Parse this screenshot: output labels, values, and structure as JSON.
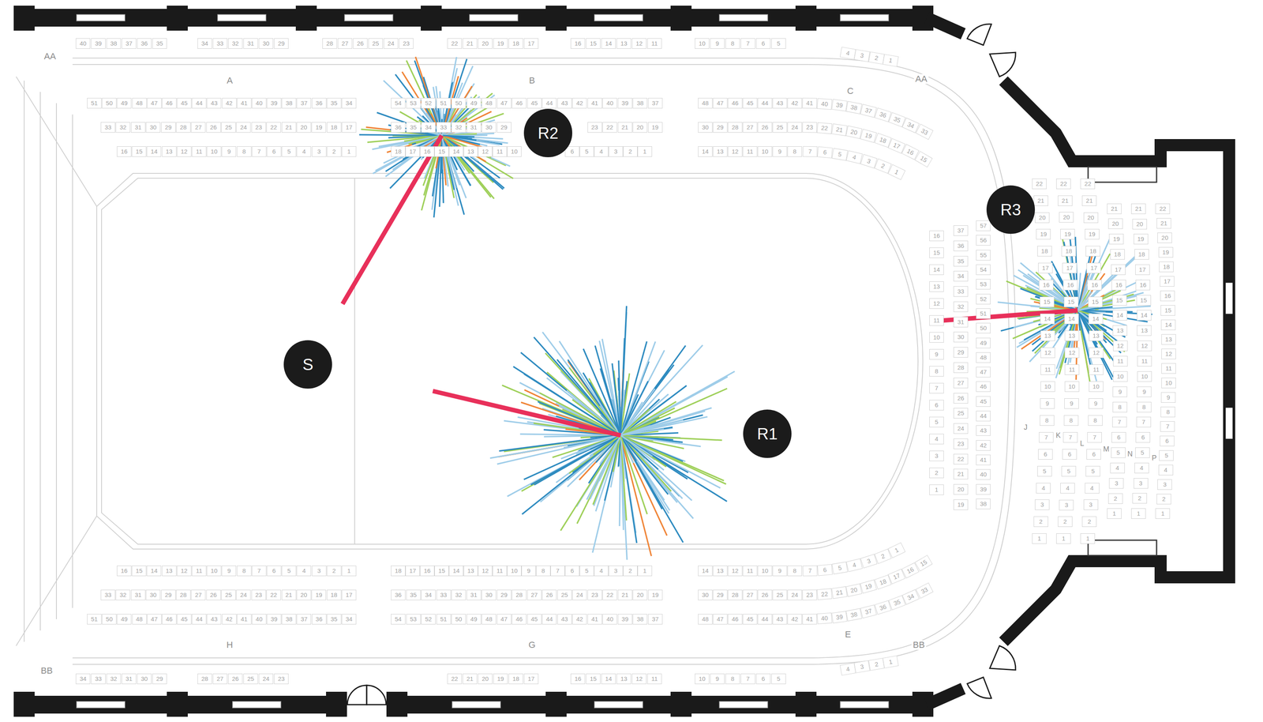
{
  "diagram": {
    "nodes": [
      {
        "text": [
          "R2"
        ]
      },
      {
        "text": [
          "R3"
        ]
      },
      {
        "text": [
          "S"
        ]
      },
      {
        "text": [
          "R1"
        ]
      }
    ],
    "labels": [
      "AA",
      "40",
      "39",
      "38",
      "37",
      "36",
      "35",
      "34",
      "33",
      "32",
      "31",
      "30",
      "29",
      "28",
      "27",
      "26",
      "25",
      "24",
      "23",
      "22",
      "21",
      "20",
      "19",
      "18",
      "17",
      "16",
      "15",
      "14",
      "13",
      "12",
      "11",
      "10",
      "9",
      "8",
      "7",
      "6",
      "5",
      "4",
      "3",
      "2",
      "1",
      "AA",
      "A",
      "51",
      "50",
      "49",
      "48",
      "47",
      "46",
      "45",
      "44",
      "43",
      "42",
      "41",
      "40",
      "39",
      "38",
      "37",
      "36",
      "35",
      "34",
      "33",
      "32",
      "31",
      "30",
      "29",
      "28",
      "27",
      "26",
      "25",
      "24",
      "23",
      "22",
      "21",
      "20",
      "19",
      "18",
      "17",
      "16",
      "15",
      "14",
      "13",
      "12",
      "11",
      "10",
      "9",
      "8",
      "7",
      "6",
      "5",
      "4",
      "3",
      "2",
      "1",
      "B",
      "54",
      "53",
      "52",
      "51",
      "50",
      "49",
      "48",
      "47",
      "46",
      "45",
      "44",
      "43",
      "42",
      "41",
      "40",
      "39",
      "38",
      "37",
      "36",
      "35",
      "34",
      "33",
      "32",
      "31",
      "30",
      "29",
      "23",
      "22",
      "21",
      "20",
      "19",
      "18",
      "17",
      "16",
      "15",
      "14",
      "13",
      "12",
      "11",
      "10",
      "6",
      "5",
      "4",
      "3",
      "2",
      "1",
      "C",
      "48",
      "47",
      "46",
      "45",
      "44",
      "43",
      "42",
      "41",
      "40",
      "39",
      "38",
      "37",
      "36",
      "35",
      "34",
      "33",
      "30",
      "29",
      "28",
      "27",
      "26",
      "25",
      "24",
      "23",
      "22",
      "21",
      "20",
      "19",
      "18",
      "17",
      "16",
      "15",
      "14",
      "13",
      "12",
      "11",
      "10",
      "9",
      "8",
      "7",
      "6",
      "5",
      "4",
      "3",
      "2",
      "1",
      "16",
      "15",
      "14",
      "13",
      "12",
      "11",
      "10",
      "9",
      "8",
      "7",
      "6",
      "5",
      "4",
      "3",
      "2",
      "1",
      "37",
      "36",
      "35",
      "34",
      "33",
      "32",
      "31",
      "30",
      "29",
      "28",
      "27",
      "26",
      "25",
      "24",
      "23",
      "22",
      "21",
      "20",
      "19",
      "57",
      "56",
      "55",
      "54",
      "53",
      "52",
      "51",
      "50",
      "49",
      "48",
      "47",
      "46",
      "45",
      "44",
      "43",
      "42",
      "41",
      "40",
      "39",
      "38",
      "22",
      "21",
      "20",
      "19",
      "18",
      "17",
      "16",
      "15",
      "14",
      "13",
      "12",
      "11",
      "10",
      "9",
      "8",
      "7",
      "6",
      "5",
      "4",
      "3",
      "2",
      "1",
      "J",
      "22",
      "21",
      "20",
      "19",
      "18",
      "17",
      "16",
      "15",
      "14",
      "13",
      "12",
      "11",
      "10",
      "9",
      "8",
      "7",
      "6",
      "5",
      "4",
      "3",
      "2",
      "1",
      "K",
      "22",
      "21",
      "20",
      "19",
      "18",
      "17",
      "16",
      "15",
      "14",
      "13",
      "12",
      "11",
      "10",
      "9",
      "8",
      "7",
      "6",
      "5",
      "4",
      "3",
      "2",
      "1",
      "L",
      "21",
      "20",
      "19",
      "18",
      "17",
      "16",
      "15",
      "14",
      "13",
      "12",
      "11",
      "10",
      "9",
      "8",
      "7",
      "6",
      "5",
      "4",
      "3",
      "2",
      "1",
      "M",
      "21",
      "20",
      "19",
      "18",
      "17",
      "16",
      "15",
      "14",
      "13",
      "12",
      "11",
      "10",
      "9",
      "8",
      "7",
      "6",
      "5",
      "4",
      "3",
      "2",
      "1",
      "N",
      "22",
      "21",
      "20",
      "19",
      "18",
      "17",
      "16",
      "15",
      "14",
      "13",
      "12",
      "11",
      "10",
      "9",
      "8",
      "7",
      "6",
      "5",
      "4",
      "3",
      "2",
      "1",
      "P",
      "16",
      "15",
      "14",
      "13",
      "12",
      "11",
      "10",
      "9",
      "8",
      "7",
      "6",
      "5",
      "4",
      "3",
      "2",
      "1",
      "33",
      "32",
      "31",
      "30",
      "29",
      "28",
      "27",
      "26",
      "25",
      "24",
      "23",
      "22",
      "21",
      "20",
      "19",
      "18",
      "17",
      "51",
      "50",
      "49",
      "48",
      "47",
      "46",
      "45",
      "44",
      "43",
      "42",
      "41",
      "40",
      "39",
      "38",
      "37",
      "36",
      "35",
      "34",
      "H",
      "18",
      "17",
      "16",
      "15",
      "14",
      "13",
      "12",
      "11",
      "10",
      "9",
      "8",
      "7",
      "6",
      "5",
      "4",
      "3",
      "2",
      "1",
      "36",
      "35",
      "34",
      "33",
      "32",
      "31",
      "30",
      "29",
      "28",
      "27",
      "26",
      "25",
      "24",
      "23",
      "22",
      "21",
      "20",
      "19",
      "54",
      "53",
      "52",
      "51",
      "50",
      "49",
      "48",
      "47",
      "46",
      "45",
      "44",
      "43",
      "42",
      "41",
      "40",
      "39",
      "38",
      "37",
      "G",
      "14",
      "13",
      "12",
      "11",
      "10",
      "9",
      "8",
      "7",
      "6",
      "5",
      "4",
      "3",
      "2",
      "1",
      "30",
      "29",
      "28",
      "27",
      "26",
      "25",
      "24",
      "23",
      "22",
      "21",
      "20",
      "19",
      "18",
      "17",
      "16",
      "15",
      "48",
      "47",
      "46",
      "45",
      "44",
      "43",
      "42",
      "41",
      "40",
      "39",
      "38",
      "37",
      "36",
      "35",
      "34",
      "33",
      "E",
      "BB",
      "34",
      "33",
      "32",
      "31",
      "30",
      "29",
      "28",
      "27",
      "26",
      "25",
      "24",
      "23",
      "22",
      "21",
      "20",
      "19",
      "18",
      "17",
      "16",
      "15",
      "14",
      "13",
      "12",
      "11",
      "10",
      "9",
      "8",
      "7",
      "6",
      "5",
      "4",
      "3",
      "2",
      "1",
      "BB"
    ]
  }
}
